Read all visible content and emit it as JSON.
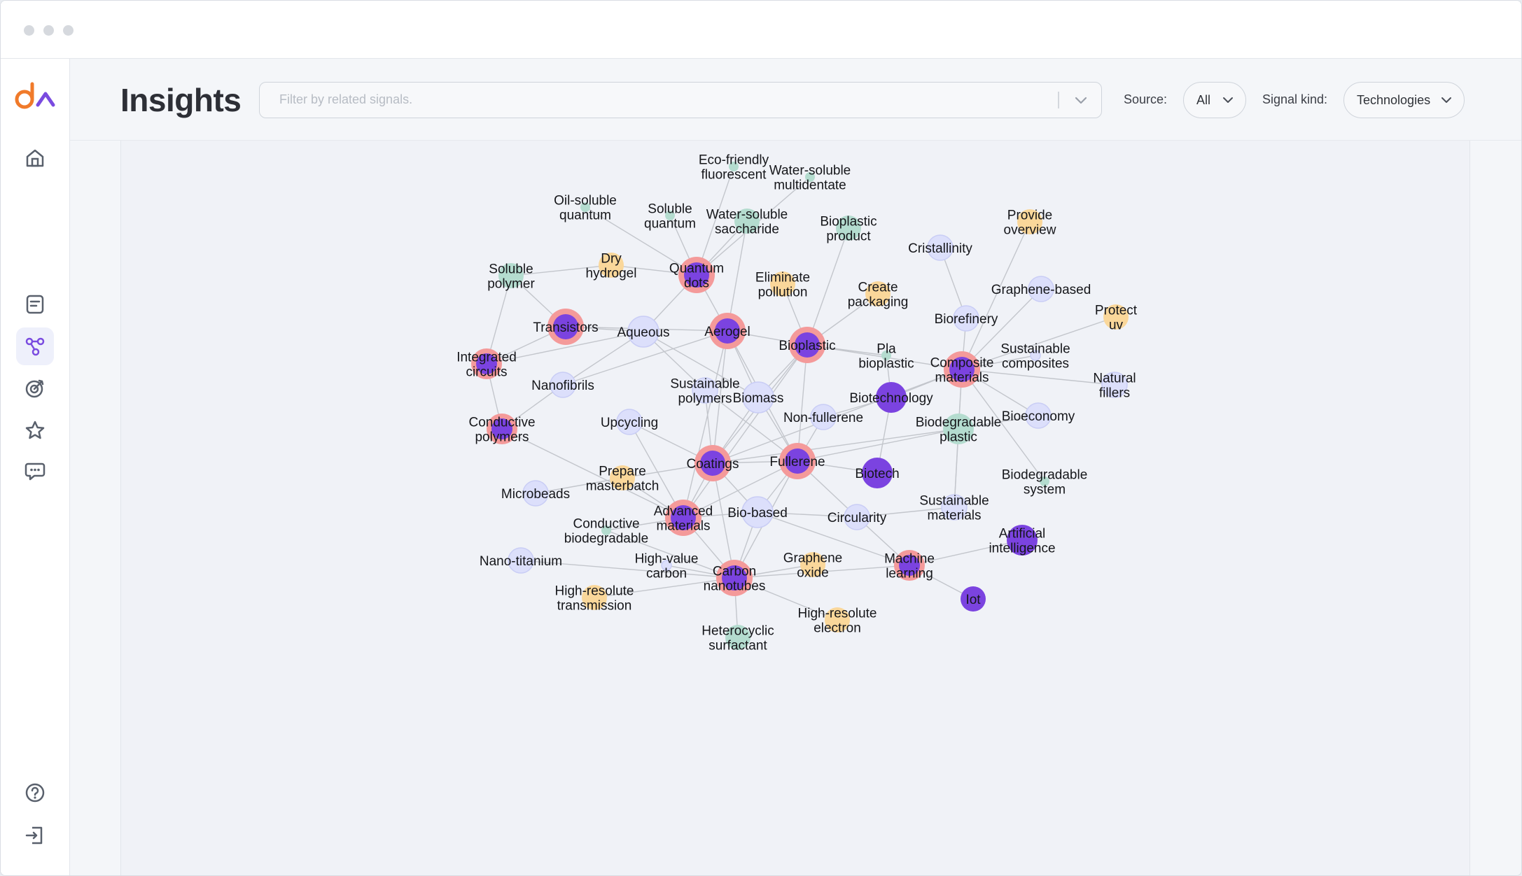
{
  "header": {
    "title": "Insights",
    "filter_placeholder": "Filter by related signals.",
    "source_label": "Source:",
    "source_value": "All",
    "kind_label": "Signal kind:",
    "kind_value": "Technologies"
  },
  "sidebar": {
    "items": [
      {
        "name": "home",
        "icon": "home-icon",
        "active": false
      },
      {
        "name": "reports",
        "icon": "document-icon",
        "active": false
      },
      {
        "name": "insights",
        "icon": "graph-icon",
        "active": true
      },
      {
        "name": "targets",
        "icon": "target-icon",
        "active": false
      },
      {
        "name": "favorites",
        "icon": "star-icon",
        "active": false
      },
      {
        "name": "chat",
        "icon": "chat-icon",
        "active": false
      },
      {
        "name": "help",
        "icon": "help-icon",
        "active": false
      },
      {
        "name": "logout",
        "icon": "logout-icon",
        "active": false
      }
    ]
  },
  "colors": {
    "brand": "#f07a2a",
    "accent": "#7a4be0",
    "core": "#7b43e0",
    "core_ring": "#f49a9a",
    "lavender": "#dcdffb",
    "teal": "#b4dccf",
    "yellow": "#fad79a"
  },
  "graph": {
    "nodes": [
      {
        "id": "eco",
        "lines": [
          "Eco-friendly",
          "fluorescent"
        ],
        "kind": "teal",
        "size": "tiny"
      },
      {
        "id": "wsm",
        "lines": [
          "Water-soluble",
          "multidentate"
        ],
        "kind": "teal",
        "size": "tiny"
      },
      {
        "id": "oilq",
        "lines": [
          "Oil-soluble",
          "quantum"
        ],
        "kind": "teal",
        "size": "tiny"
      },
      {
        "id": "solq",
        "lines": [
          "Soluble",
          "quantum"
        ],
        "kind": "teal",
        "size": "tiny"
      },
      {
        "id": "wss",
        "lines": [
          "Water-soluble",
          "saccharide"
        ],
        "kind": "teal",
        "size": "small"
      },
      {
        "id": "bpp",
        "lines": [
          "Bioplastic",
          "product"
        ],
        "kind": "teal",
        "size": "small"
      },
      {
        "id": "provide",
        "lines": [
          "Provide",
          "overview"
        ],
        "kind": "yellow",
        "size": "small"
      },
      {
        "id": "cryst",
        "lines": [
          "Cristallinity"
        ],
        "kind": "lavender",
        "size": "small"
      },
      {
        "id": "solpoly",
        "lines": [
          "Soluble",
          "polymer"
        ],
        "kind": "teal",
        "size": "small"
      },
      {
        "id": "dryh",
        "lines": [
          "Dry",
          "hydrogel"
        ],
        "kind": "yellow",
        "size": "small"
      },
      {
        "id": "qdots",
        "lines": [
          "Quantum",
          "dots"
        ],
        "kind": "core",
        "size": "large"
      },
      {
        "id": "elim",
        "lines": [
          "Eliminate",
          "pollution"
        ],
        "kind": "yellow",
        "size": "small"
      },
      {
        "id": "create",
        "lines": [
          "Create",
          "packaging"
        ],
        "kind": "yellow",
        "size": "small"
      },
      {
        "id": "grb",
        "lines": [
          "Graphene-based"
        ],
        "kind": "lavender",
        "size": "small"
      },
      {
        "id": "protect",
        "lines": [
          "Protect",
          "uv"
        ],
        "kind": "yellow",
        "size": "small"
      },
      {
        "id": "biorefinery",
        "lines": [
          "Biorefinery"
        ],
        "kind": "lavender",
        "size": "small"
      },
      {
        "id": "transistors",
        "lines": [
          "Transistors"
        ],
        "kind": "core",
        "size": "large"
      },
      {
        "id": "aqueous",
        "lines": [
          "Aqueous"
        ],
        "kind": "lavender",
        "size": "medium"
      },
      {
        "id": "aerogel",
        "lines": [
          "Aerogel"
        ],
        "kind": "core",
        "size": "large"
      },
      {
        "id": "bioplastic",
        "lines": [
          "Bioplastic"
        ],
        "kind": "core",
        "size": "large"
      },
      {
        "id": "pla",
        "lines": [
          "Pla",
          "bioplastic"
        ],
        "kind": "teal",
        "size": "tiny"
      },
      {
        "id": "sustcomp",
        "lines": [
          "Sustainable",
          "composites"
        ],
        "kind": "lavender",
        "size": "tiny"
      },
      {
        "id": "intcirc",
        "lines": [
          "Integrated",
          "circuits"
        ],
        "kind": "core",
        "size": "medium"
      },
      {
        "id": "compmat",
        "lines": [
          "Composite",
          "materials"
        ],
        "kind": "core",
        "size": "large"
      },
      {
        "id": "natfill",
        "lines": [
          "Natural",
          "fillers"
        ],
        "kind": "lavender",
        "size": "small"
      },
      {
        "id": "nanofib",
        "lines": [
          "Nanofibrils"
        ],
        "kind": "lavender",
        "size": "small"
      },
      {
        "id": "sustpoly",
        "lines": [
          "Sustainable",
          "polymers"
        ],
        "kind": "lavender",
        "size": "small"
      },
      {
        "id": "biomass",
        "lines": [
          "Biomass"
        ],
        "kind": "lavender",
        "size": "medium"
      },
      {
        "id": "biotechnology",
        "lines": [
          "Biotechnology"
        ],
        "kind": "core-plain",
        "size": "medium"
      },
      {
        "id": "nonful",
        "lines": [
          "Non-fullerene"
        ],
        "kind": "lavender",
        "size": "small"
      },
      {
        "id": "bioeco",
        "lines": [
          "Bioeconomy"
        ],
        "kind": "lavender",
        "size": "small"
      },
      {
        "id": "upcyc",
        "lines": [
          "Upcycling"
        ],
        "kind": "lavender",
        "size": "small"
      },
      {
        "id": "condpoly",
        "lines": [
          "Conductive",
          "polymers"
        ],
        "kind": "core",
        "size": "medium"
      },
      {
        "id": "biodegplastic",
        "lines": [
          "Biodegradable",
          "plastic"
        ],
        "kind": "teal",
        "size": "medium"
      },
      {
        "id": "coatings",
        "lines": [
          "Coatings"
        ],
        "kind": "core",
        "size": "large"
      },
      {
        "id": "fullerene",
        "lines": [
          "Fullerene"
        ],
        "kind": "core",
        "size": "large"
      },
      {
        "id": "biotech",
        "lines": [
          "Biotech"
        ],
        "kind": "core-plain",
        "size": "medium"
      },
      {
        "id": "prepare",
        "lines": [
          "Prepare",
          "masterbatch"
        ],
        "kind": "yellow",
        "size": "small"
      },
      {
        "id": "microbeads",
        "lines": [
          "Microbeads"
        ],
        "kind": "lavender",
        "size": "small"
      },
      {
        "id": "biodegsys",
        "lines": [
          "Biodegradable",
          "system"
        ],
        "kind": "teal",
        "size": "tiny"
      },
      {
        "id": "sustmat",
        "lines": [
          "Sustainable",
          "materials"
        ],
        "kind": "lavender",
        "size": "small"
      },
      {
        "id": "biobased",
        "lines": [
          "Bio-based"
        ],
        "kind": "lavender",
        "size": "medium"
      },
      {
        "id": "circularity",
        "lines": [
          "Circularity"
        ],
        "kind": "lavender",
        "size": "small"
      },
      {
        "id": "advmat",
        "lines": [
          "Advanced",
          "materials"
        ],
        "kind": "core",
        "size": "large"
      },
      {
        "id": "condbio",
        "lines": [
          "Conductive",
          "biodegradable"
        ],
        "kind": "teal",
        "size": "tiny"
      },
      {
        "id": "ai",
        "lines": [
          "Artificial",
          "intelligence"
        ],
        "kind": "core-plain",
        "size": "medium"
      },
      {
        "id": "nanoti",
        "lines": [
          "Nano-titanium"
        ],
        "kind": "lavender",
        "size": "small"
      },
      {
        "id": "hvc",
        "lines": [
          "High-value",
          "carbon"
        ],
        "kind": "lavender",
        "size": "tiny"
      },
      {
        "id": "grox",
        "lines": [
          "Graphene",
          "oxide"
        ],
        "kind": "yellow",
        "size": "small"
      },
      {
        "id": "ml",
        "lines": [
          "Machine",
          "learning"
        ],
        "kind": "core",
        "size": "medium"
      },
      {
        "id": "cnt",
        "lines": [
          "Carbon",
          "nanotubes"
        ],
        "kind": "core",
        "size": "large"
      },
      {
        "id": "hrt",
        "lines": [
          "High-resolute",
          "transmission"
        ],
        "kind": "yellow",
        "size": "small"
      },
      {
        "id": "iot",
        "lines": [
          "Iot"
        ],
        "kind": "core-plain",
        "size": "small"
      },
      {
        "id": "hre",
        "lines": [
          "High-resolute",
          "electron"
        ],
        "kind": "yellow",
        "size": "small"
      },
      {
        "id": "hetero",
        "lines": [
          "Heterocyclic",
          "surfactant"
        ],
        "kind": "teal",
        "size": "small"
      }
    ],
    "edges": [
      [
        "eco",
        "qdots"
      ],
      [
        "wsm",
        "qdots"
      ],
      [
        "oilq",
        "qdots"
      ],
      [
        "solq",
        "qdots"
      ],
      [
        "wss",
        "qdots"
      ],
      [
        "wss",
        "aerogel"
      ],
      [
        "dryh",
        "qdots"
      ],
      [
        "solpoly",
        "dryh"
      ],
      [
        "solpoly",
        "intcirc"
      ],
      [
        "solpoly",
        "transistors"
      ],
      [
        "qdots",
        "aqueous"
      ],
      [
        "qdots",
        "aerogel"
      ],
      [
        "transistors",
        "aqueous"
      ],
      [
        "transistors",
        "intcirc"
      ],
      [
        "transistors",
        "aerogel"
      ],
      [
        "intcirc",
        "condpoly"
      ],
      [
        "intcirc",
        "aqueous"
      ],
      [
        "aqueous",
        "nanofib"
      ],
      [
        "aqueous",
        "sustpoly"
      ],
      [
        "aqueous",
        "biomass"
      ],
      [
        "nanofib",
        "condpoly"
      ],
      [
        "nanofib",
        "aerogel"
      ],
      [
        "aerogel",
        "coatings"
      ],
      [
        "aerogel",
        "fullerene"
      ],
      [
        "aerogel",
        "advmat"
      ],
      [
        "aerogel",
        "biomass"
      ],
      [
        "aerogel",
        "bioplastic"
      ],
      [
        "bpp",
        "bioplastic"
      ],
      [
        "elim",
        "bioplastic"
      ],
      [
        "create",
        "bioplastic"
      ],
      [
        "bioplastic",
        "pla"
      ],
      [
        "bioplastic",
        "compmat"
      ],
      [
        "bioplastic",
        "biomass"
      ],
      [
        "bioplastic",
        "coatings"
      ],
      [
        "bioplastic",
        "fullerene"
      ],
      [
        "bioplastic",
        "advmat"
      ],
      [
        "cryst",
        "biorefinery"
      ],
      [
        "biorefinery",
        "compmat"
      ],
      [
        "grb",
        "compmat"
      ],
      [
        "provide",
        "compmat"
      ],
      [
        "protect",
        "compmat"
      ],
      [
        "sustcomp",
        "compmat"
      ],
      [
        "compmat",
        "natfill"
      ],
      [
        "compmat",
        "biotechnology"
      ],
      [
        "compmat",
        "bioeco"
      ],
      [
        "compmat",
        "biodegplastic"
      ],
      [
        "compmat",
        "biodegsys"
      ],
      [
        "compmat",
        "sustmat"
      ],
      [
        "compmat",
        "coatings"
      ],
      [
        "biotechnology",
        "nonful"
      ],
      [
        "biotechnology",
        "biotech"
      ],
      [
        "biotechnology",
        "pla"
      ],
      [
        "biodegplastic",
        "coatings"
      ],
      [
        "biodegplastic",
        "fullerene"
      ],
      [
        "biodegplastic",
        "sustmat"
      ],
      [
        "biodegplastic",
        "bioeco"
      ],
      [
        "biomass",
        "coatings"
      ],
      [
        "biomass",
        "fullerene"
      ],
      [
        "sustpoly",
        "fullerene"
      ],
      [
        "sustpoly",
        "coatings"
      ],
      [
        "nonful",
        "fullerene"
      ],
      [
        "upcyc",
        "coatings"
      ],
      [
        "upcyc",
        "advmat"
      ],
      [
        "condpoly",
        "advmat"
      ],
      [
        "coatings",
        "fullerene"
      ],
      [
        "coatings",
        "prepare"
      ],
      [
        "coatings",
        "advmat"
      ],
      [
        "coatings",
        "cnt"
      ],
      [
        "coatings",
        "biobased"
      ],
      [
        "fullerene",
        "biotech"
      ],
      [
        "fullerene",
        "advmat"
      ],
      [
        "fullerene",
        "cnt"
      ],
      [
        "fullerene",
        "biobased"
      ],
      [
        "fullerene",
        "circularity"
      ],
      [
        "prepare",
        "advmat"
      ],
      [
        "microbeads",
        "prepare"
      ],
      [
        "advmat",
        "biobased"
      ],
      [
        "advmat",
        "cnt"
      ],
      [
        "advmat",
        "condbio"
      ],
      [
        "biobased",
        "circularity"
      ],
      [
        "biobased",
        "cnt"
      ],
      [
        "biobased",
        "ml"
      ],
      [
        "circularity",
        "sustmat"
      ],
      [
        "circularity",
        "ml"
      ],
      [
        "ml",
        "ai"
      ],
      [
        "ml",
        "iot"
      ],
      [
        "cnt",
        "nanoti"
      ],
      [
        "cnt",
        "hvc"
      ],
      [
        "cnt",
        "hrt"
      ],
      [
        "cnt",
        "hre"
      ],
      [
        "cnt",
        "hetero"
      ],
      [
        "cnt",
        "grox"
      ],
      [
        "cnt",
        "condbio"
      ],
      [
        "cnt",
        "ml"
      ]
    ]
  }
}
